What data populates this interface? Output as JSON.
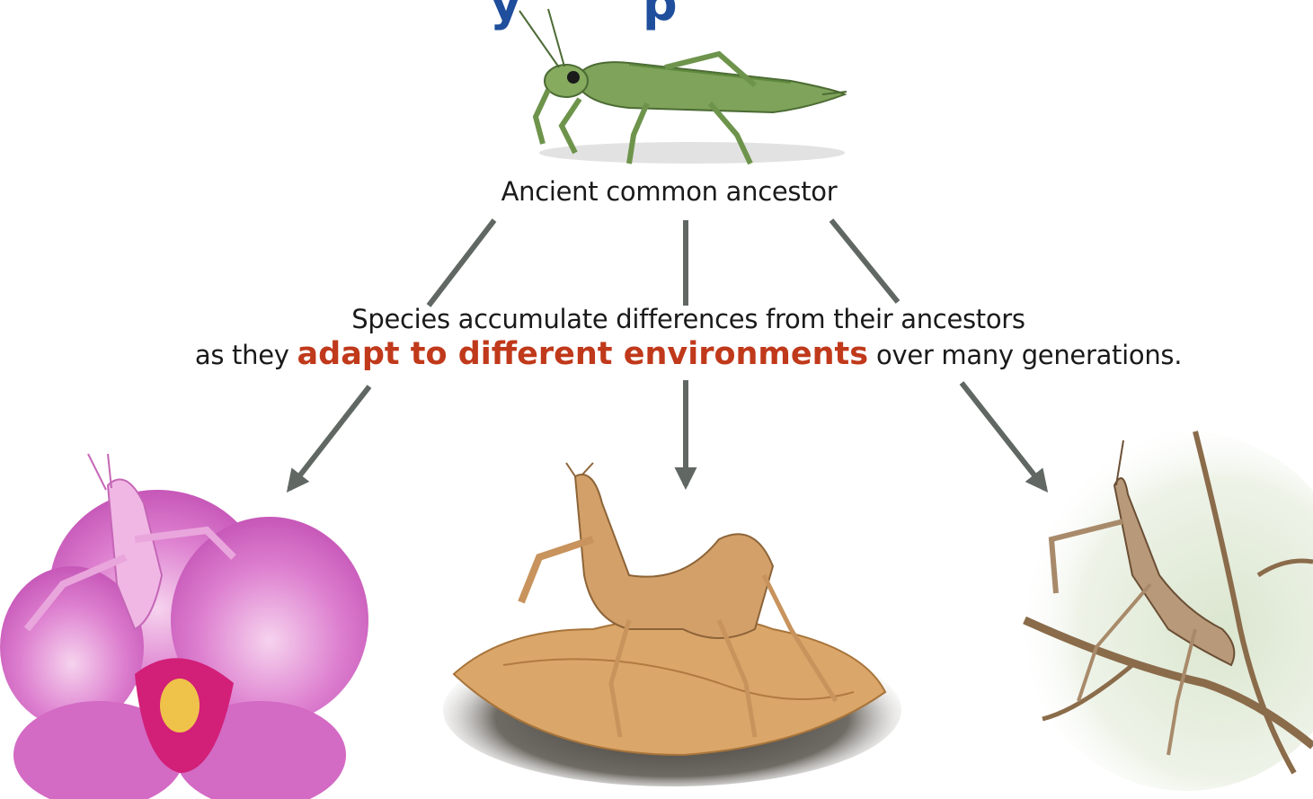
{
  "title_fragment": "y   p",
  "ancestor": {
    "label": "Ancient common ancestor",
    "icon": "grasshopper-icon"
  },
  "caption": {
    "line1": "Species accumulate differences from their ancestors",
    "line2_before": "as they ",
    "line2_emphasis": "adapt to different environments",
    "line2_after": " over many generations.",
    "emphasis_color": "#c0391b"
  },
  "descendants": [
    {
      "icon": "orchid-mantis-icon"
    },
    {
      "icon": "dead-leaf-mantis-icon"
    },
    {
      "icon": "twig-mantis-icon"
    }
  ],
  "arrow_color": "#616863"
}
